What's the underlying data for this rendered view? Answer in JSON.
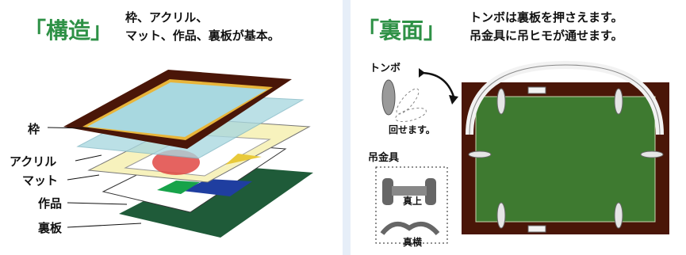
{
  "left": {
    "title": "「構造」",
    "headline": [
      "枠、アクリル、",
      "マット、作品、裏板が基本。"
    ],
    "labels": {
      "frame": "枠",
      "acrylic": "アクリル",
      "mat": "マット",
      "artwork": "作品",
      "backboard": "裏板"
    }
  },
  "right": {
    "title": "「裏面」",
    "headline": [
      "トンボは裏板を押さえます。",
      "吊金具に吊ヒモが通せます。"
    ],
    "labels": {
      "tonbo": "トンボ",
      "rotate": "回せます。",
      "hanger": "吊金具",
      "top_view": "真上",
      "side_view": "真横"
    }
  },
  "colors": {
    "title_green": "#2e9146",
    "frame_brown": "#4a1608",
    "gold": "#e8b53a",
    "acrylic_blue": "#a8d8e0",
    "mat_yellow": "#f7f2bd",
    "back_green": "#1f5b39",
    "back_face_green": "#3e7a30",
    "red_shape": "#e04844",
    "blue_shape": "#1f3ea0",
    "green_shape": "#17a34a"
  }
}
